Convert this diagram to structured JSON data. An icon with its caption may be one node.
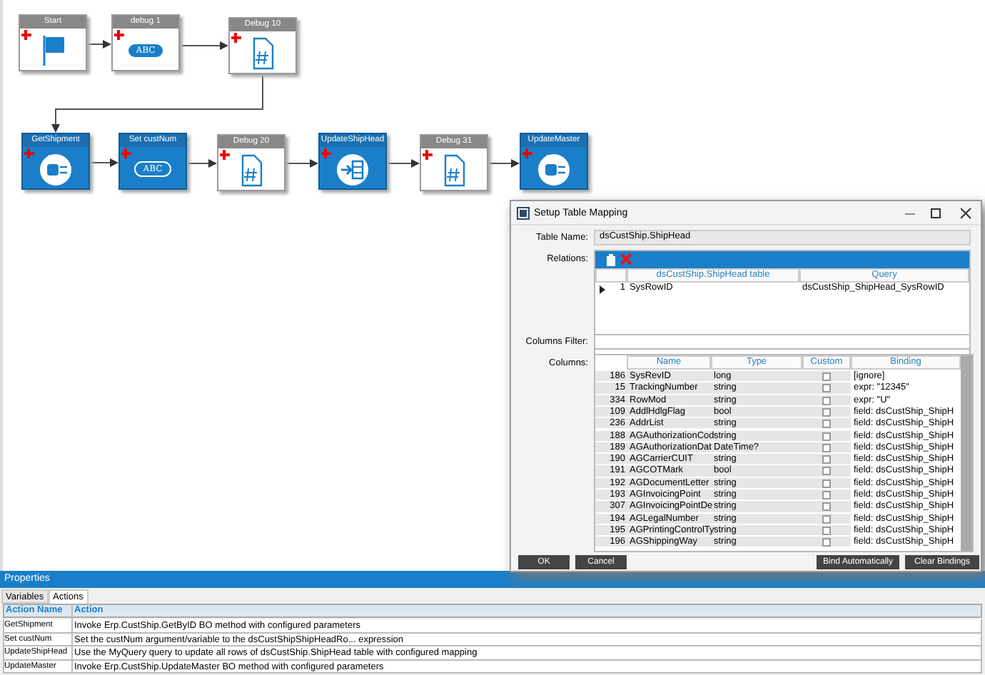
{
  "diagram": {
    "nodes": [
      {
        "text": [
          "Start"
        ]
      },
      {
        "text": [
          "debug 1",
          "ABC"
        ]
      },
      {
        "text": [
          "Debug 10"
        ]
      },
      {
        "text": [
          "GetShipment"
        ]
      },
      {
        "text": [
          "Set custNum",
          "ABC"
        ]
      },
      {
        "text": [
          "Debug 20"
        ]
      },
      {
        "text": [
          "UpdateShipHead"
        ]
      },
      {
        "text": [
          "Debug 31"
        ]
      },
      {
        "text": [
          "UpdateMaster"
        ]
      }
    ],
    "edges": [
      {
        "from": 0,
        "to": 1,
        "arrow": "to"
      },
      {
        "from": 1,
        "to": 2,
        "arrow": "to"
      },
      {
        "from": 2,
        "to": 3,
        "arrow": "to"
      },
      {
        "from": 3,
        "to": 4,
        "arrow": "to"
      },
      {
        "from": 4,
        "to": 5,
        "arrow": "to"
      },
      {
        "from": 5,
        "to": 6,
        "arrow": "to"
      },
      {
        "from": 6,
        "to": 7,
        "arrow": "to"
      },
      {
        "from": 7,
        "to": 8,
        "arrow": "to"
      }
    ],
    "labels": [
      "Setup Table Mapping",
      "Table Name:",
      "dsCustShip.ShipHead",
      "Relations:",
      "dsCustShip.ShipHead table",
      "Query",
      "1",
      "SysRowID",
      "dsCustShip_ShipHead_SysRowID",
      "Columns Filter:",
      "Columns:",
      "Name",
      "Type",
      "Custom",
      "Binding",
      "186",
      "SysRevID",
      "long",
      "[ignore]",
      "15",
      "TrackingNumber",
      "string",
      "expr: \"12345\"",
      "334",
      "RowMod",
      "string",
      "expr: \"U\"",
      "109",
      "AddlHdlgFlag",
      "bool",
      "field: dsCustShip_ShipH",
      "236",
      "AddrList",
      "string",
      "field: dsCustShip_ShipH",
      "188",
      "AGAuthorizationCod",
      "string",
      "field: dsCustShip_ShipH",
      "189",
      "AGAuthorizationDat",
      "DateTime?",
      "field: dsCustShip_ShipH",
      "190",
      "AGCarrierCUIT",
      "string",
      "field: dsCustShip_ShipH",
      "191",
      "AGCOTMark",
      "bool",
      "field: dsCustShip_ShipH",
      "192",
      "AGDocumentLetter",
      "string",
      "field: dsCustShip_ShipH",
      "193",
      "AGInvoicingPoint",
      "string",
      "field: dsCustShip_ShipH",
      "307",
      "AGInvoicingPointDe",
      "string",
      "field: dsCustShip_ShipH",
      "194",
      "AGLegalNumber",
      "string",
      "field: dsCustShip_ShipH",
      "195",
      "AGPrintingControlTy",
      "string",
      "field: dsCustShip_ShipH",
      "196",
      "AGShippingWay",
      "string",
      "field: dsCustShip_ShipH",
      "OK",
      "Cancel",
      "Bind Automatically",
      "Clear Bindings",
      "Properties",
      "Variables",
      "Actions",
      "Action Name",
      "Action",
      "GetShipment",
      "Invoke Erp.CustShip.GetByID BO method with configured parameters",
      "Set custNum",
      "Set the custNum argument/variable to the dsCustShipShipHeadRo... expression",
      "UpdateShipHead",
      "Use the MyQuery query to update all rows of dsCustShip.ShipHead table with configured mapping",
      "UpdateMaster",
      "Invoke Erp.CustShip.UpdateMaster BO method with configured parameters"
    ]
  }
}
